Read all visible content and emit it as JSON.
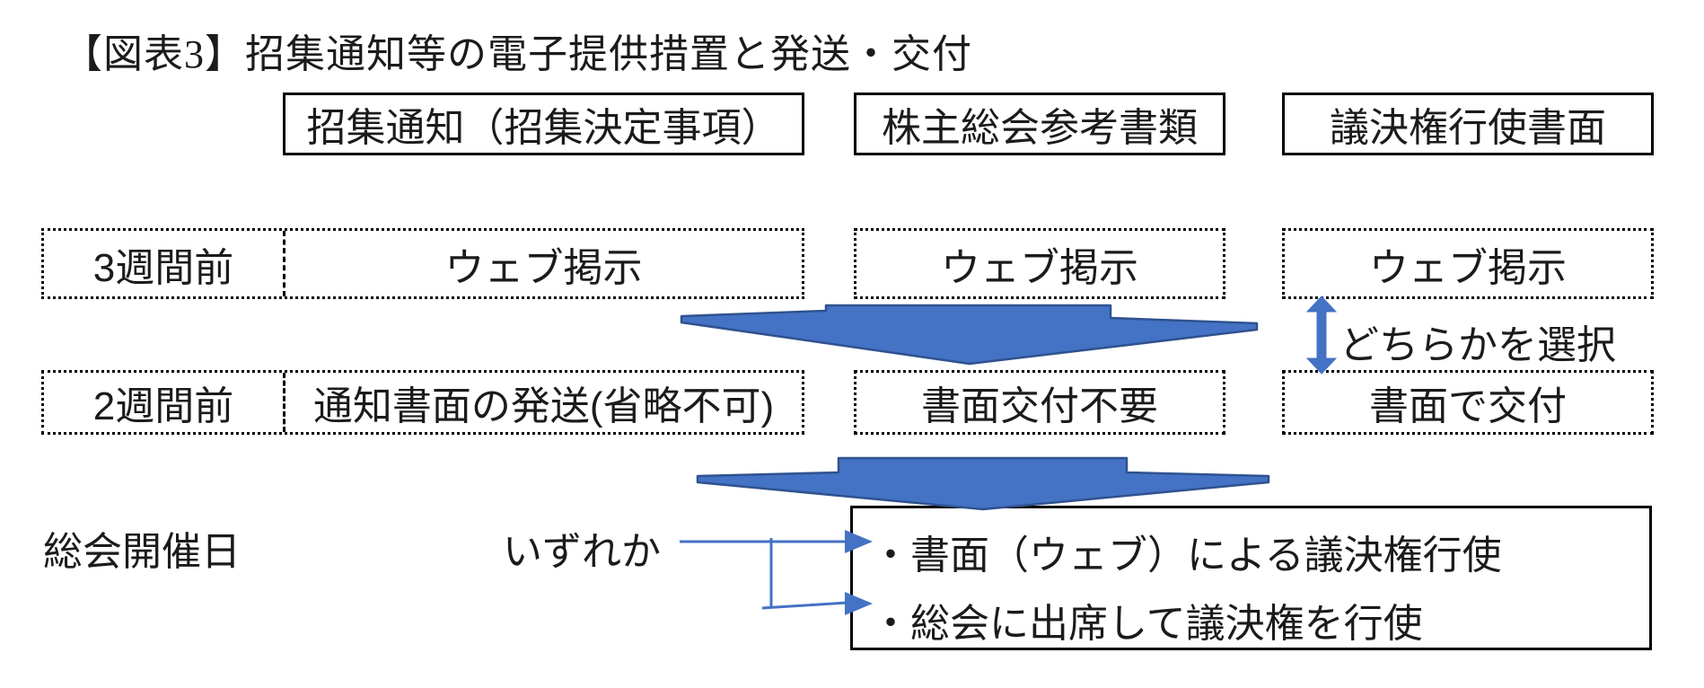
{
  "title": "【図表3】招集通知等の電子提供措置と発送・交付",
  "header_boxes": {
    "notice": "招集通知（招集決定事項）",
    "reference_docs": "株主総会参考書類",
    "voting_form": "議決権行使書面"
  },
  "timeline": {
    "week3": {
      "label": "3週間前",
      "notice": "ウェブ掲示",
      "reference_docs": "ウェブ掲示",
      "voting_form": "ウェブ掲示"
    },
    "week2": {
      "label": "2週間前",
      "notice": "通知書面の発送(省略不可)",
      "reference_docs": "書面交付不要",
      "voting_form": "書面で交付"
    },
    "meeting_day_label": "総会開催日"
  },
  "annotations": {
    "choose_either": "どちらかを選択",
    "either_option": "いずれか"
  },
  "result_box": {
    "option1": "・書面（ウェブ）による議決権行使",
    "option2": "・総会に出席して議決権を行使"
  },
  "colors": {
    "arrow_fill": "#4472C4",
    "arrow_edge": "#2F528F",
    "connector": "#4472C4",
    "line_black": "#000000",
    "background": "#FFFFFF"
  }
}
